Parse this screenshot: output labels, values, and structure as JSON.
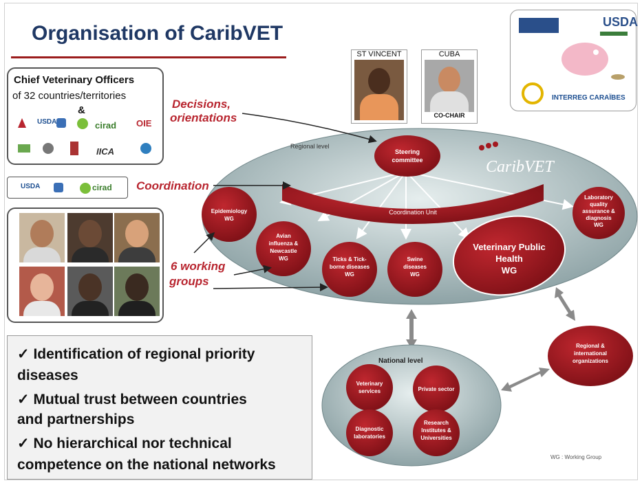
{
  "title": "Organisation of CaribVET",
  "cvo": {
    "title": "Chief Veterinary Officers",
    "subtitle": "of 32 countries/territories",
    "amp": "&"
  },
  "logos": {
    "usda": "USDA",
    "cirad": "cirad",
    "oie": "OIE",
    "iica": "IICA",
    "interreg": "INTERREG CARAÏBES"
  },
  "labels": {
    "decisions": "Decisions,",
    "orientations": "orientations",
    "coordination": "Coordination",
    "working_groups_1": "6 working",
    "working_groups_2": "groups"
  },
  "portraits": {
    "left": "ST VINCENT",
    "right": "CUBA",
    "right_caption": "CO-CHAIR"
  },
  "diagram": {
    "regional_level": "Regional level",
    "logo": "CaribVET",
    "steering": [
      "Steering",
      "committee"
    ],
    "coordination_unit": "Coordination Unit",
    "epidemiology": [
      "Epidemiology",
      "WG"
    ],
    "avian": [
      "Avian",
      "influenza &",
      "Newcastle",
      "WG"
    ],
    "ticks": [
      "Ticks & Tick-",
      "borne diseases",
      "WG"
    ],
    "swine": [
      "Swine",
      "diseases",
      "WG"
    ],
    "vph": [
      "Veterinary Public",
      "Health",
      "WG"
    ],
    "lab": [
      "Laboratory",
      "quality",
      "assurance &",
      "diagnosis",
      "WG"
    ],
    "regional_intl": [
      "Regional &",
      "international",
      "organizations"
    ],
    "national_level": "National level",
    "vet_services": [
      "Veterinary",
      "services"
    ],
    "private": "Private sector",
    "diagnostic": [
      "Diagnostic",
      "laboratories"
    ],
    "research": [
      "Research",
      "Institutes &",
      "Universities"
    ],
    "legend": "WG : Working Group"
  },
  "bullets": [
    {
      "check": "✓",
      "line1": "Identification of regional priority",
      "line2": "diseases"
    },
    {
      "check": "✓",
      "line1": "Mutual trust between countries",
      "line2": "and partnerships"
    },
    {
      "check": "✓",
      "line1": "No hierarchical nor technical",
      "line2": "competence on the national networks"
    }
  ],
  "colors": {
    "title": "#1f3864",
    "accent_red": "#9b1c1c",
    "node_red": "#a3181f",
    "ellipse": "#b8c8c8"
  }
}
